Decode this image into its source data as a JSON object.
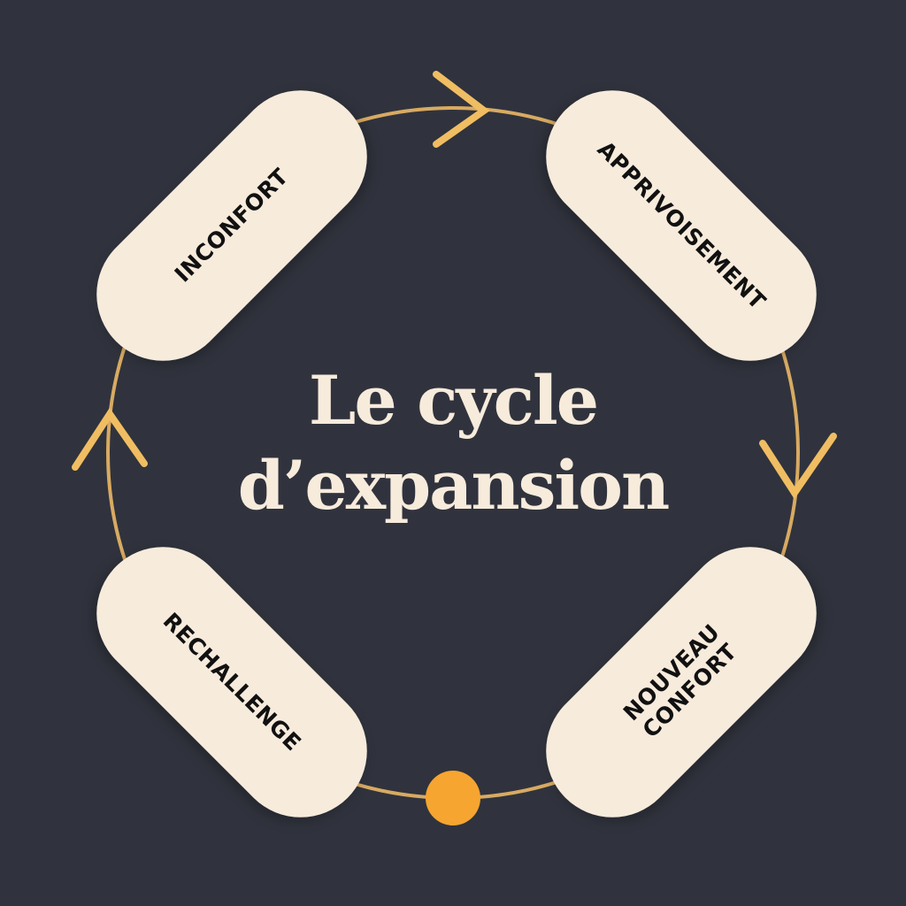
{
  "title": {
    "line1": "Le cycle",
    "line2": "d’expansion"
  },
  "stages": [
    {
      "id": "inconfort",
      "label": "INCONFORT"
    },
    {
      "id": "apprivoisement",
      "label": "APPRIVOISEMENT"
    },
    {
      "id": "nouveau-confort",
      "label_line1": "NOUVEAU",
      "label_line2": "CONFORT"
    },
    {
      "id": "rechallenge",
      "label": "RECHALLENGE"
    }
  ],
  "colors": {
    "background": "#30333d",
    "pill": "#f7ebdc",
    "ring": "#e3b464",
    "arrow": "#f0bd62",
    "dot": "#f6a530",
    "title": "#f7ebdc"
  }
}
